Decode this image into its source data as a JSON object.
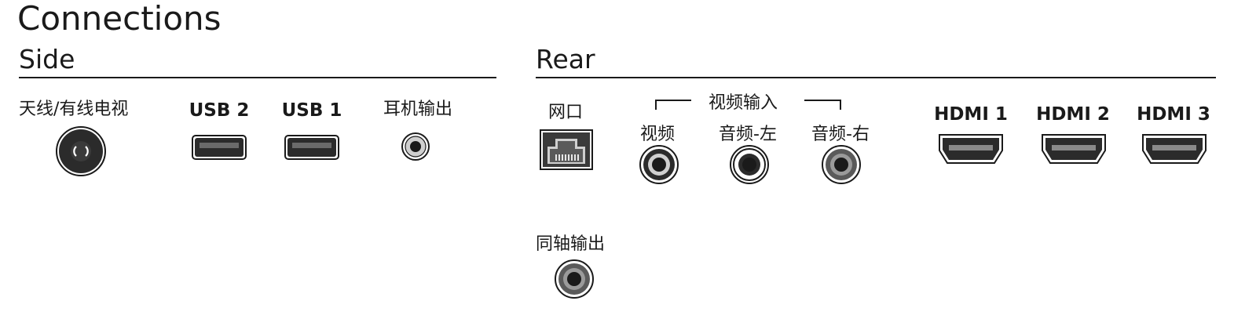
{
  "title": "Connections",
  "side": {
    "heading": "Side",
    "ports": [
      {
        "label": "天线/有线电视",
        "icon": "coax-antenna-icon"
      },
      {
        "label": "USB 2",
        "icon": "usb-icon"
      },
      {
        "label": "USB 1",
        "icon": "usb-icon"
      },
      {
        "label": "耳机输出",
        "icon": "headphone-jack-icon"
      }
    ]
  },
  "rear": {
    "heading": "Rear",
    "network_label": "网口",
    "video_input_group_label": "视频输入",
    "video_label": "视频",
    "audio_left_label": "音频-左",
    "audio_right_label": "音频-右",
    "hdmi": [
      "HDMI 1",
      "HDMI 2",
      "HDMI 3"
    ],
    "coax_out_label": "同轴输出"
  },
  "colors": {
    "text": "#1a1a1a",
    "port_dark": "#2b2b2b",
    "port_mid": "#5a5a5a",
    "port_light": "#cfcfcf"
  }
}
